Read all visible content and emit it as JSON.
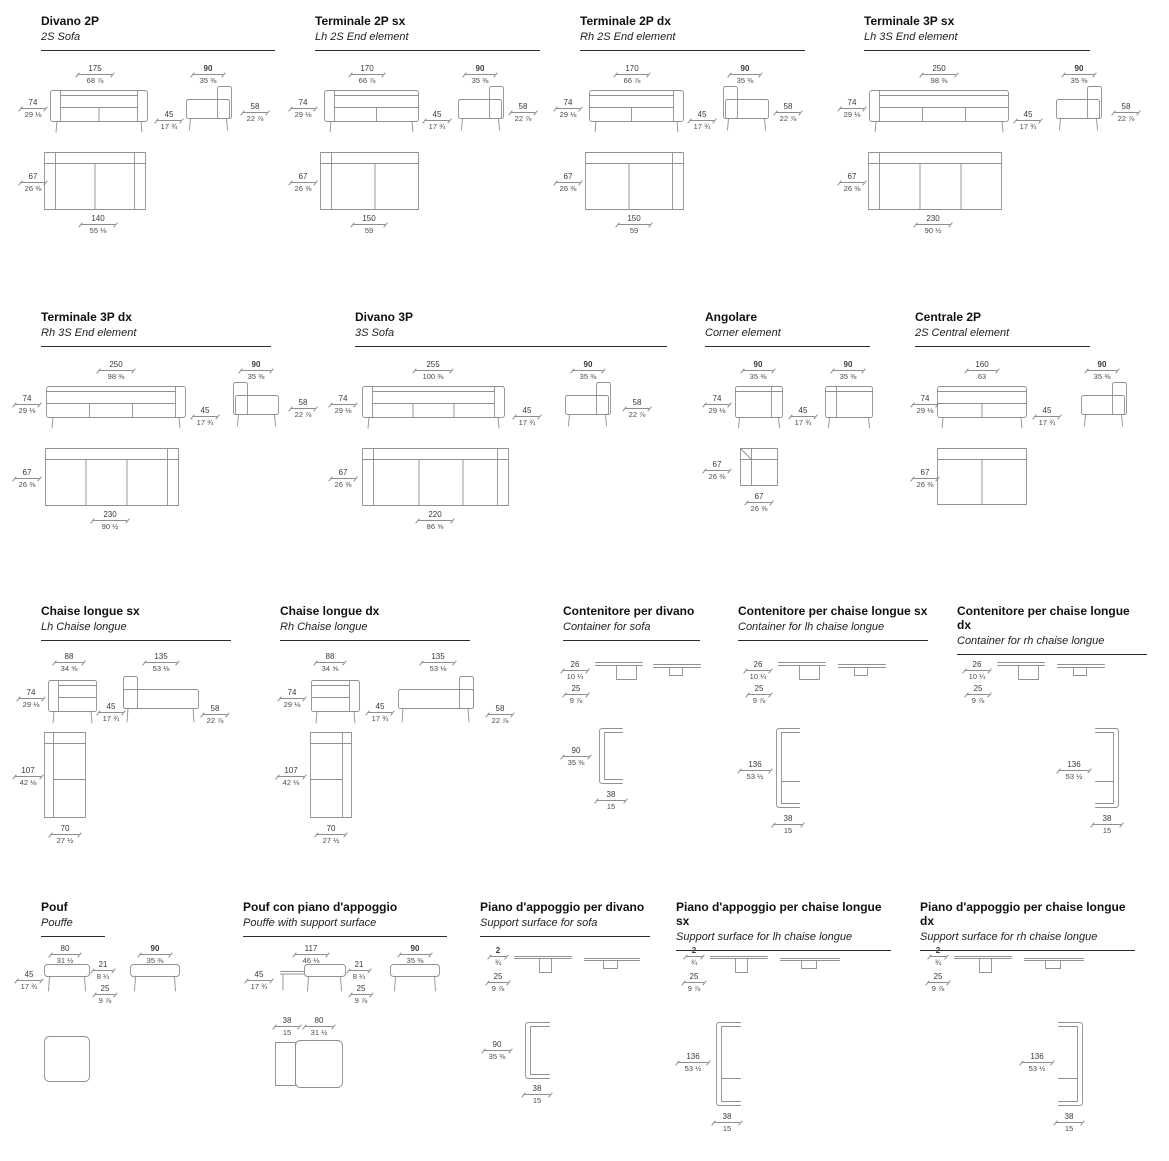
{
  "sheet": {
    "background": "#ffffff",
    "drawing_line_color": "#909090",
    "dimension_line_color": "#8d8d8d",
    "text_color": "#1c1c1c"
  },
  "modules": [
    {
      "id": "divano-2p",
      "title": "Divano 2P",
      "subtitle": "2S Sofa",
      "dims": {
        "front_width": {
          "cm": "175",
          "in": "68 ⅞"
        },
        "height": {
          "cm": "74",
          "in": "29 ⅛"
        },
        "seat_height": {
          "cm": "45",
          "in": "17 ¾"
        },
        "depth": {
          "cm": "90",
          "in": "35 ⅜"
        },
        "side_height": {
          "cm": "58",
          "in": "22 ⅞"
        },
        "plan_depth": {
          "cm": "67",
          "in": "26 ⅜"
        },
        "plan_width": {
          "cm": "140",
          "in": "55 ⅛"
        }
      }
    },
    {
      "id": "terminale-2p-sx",
      "title": "Terminale 2P sx",
      "subtitle": "Lh 2S End element",
      "dims": {
        "front_width": {
          "cm": "170",
          "in": "66 ⅞"
        },
        "height": {
          "cm": "74",
          "in": "29 ⅛"
        },
        "seat_height": {
          "cm": "45",
          "in": "17 ¾"
        },
        "depth": {
          "cm": "90",
          "in": "35 ⅜"
        },
        "side_height": {
          "cm": "58",
          "in": "22 ⅞"
        },
        "plan_depth": {
          "cm": "67",
          "in": "26 ⅜"
        },
        "plan_width": {
          "cm": "150",
          "in": "59"
        }
      }
    },
    {
      "id": "terminale-2p-dx",
      "title": "Terminale 2P dx",
      "subtitle": "Rh 2S End element",
      "dims": {
        "front_width": {
          "cm": "170",
          "in": "66 ⅞"
        },
        "height": {
          "cm": "74",
          "in": "29 ⅛"
        },
        "seat_height": {
          "cm": "45",
          "in": "17 ¾"
        },
        "depth": {
          "cm": "90",
          "in": "35 ⅜"
        },
        "side_height": {
          "cm": "58",
          "in": "22 ⅞"
        },
        "plan_depth": {
          "cm": "67",
          "in": "26 ⅜"
        },
        "plan_width": {
          "cm": "150",
          "in": "59"
        }
      }
    },
    {
      "id": "terminale-3p-sx",
      "title": "Terminale 3P sx",
      "subtitle": "Lh 3S End element",
      "dims": {
        "front_width": {
          "cm": "250",
          "in": "98 ⅜"
        },
        "height": {
          "cm": "74",
          "in": "29 ⅛"
        },
        "seat_height": {
          "cm": "45",
          "in": "17 ¾"
        },
        "depth": {
          "cm": "90",
          "in": "35 ⅜"
        },
        "side_height": {
          "cm": "58",
          "in": "22 ⅞"
        },
        "plan_depth": {
          "cm": "67",
          "in": "26 ⅜"
        },
        "plan_width": {
          "cm": "230",
          "in": "90 ½"
        }
      }
    },
    {
      "id": "terminale-3p-dx",
      "title": "Terminale 3P dx",
      "subtitle": "Rh 3S End element",
      "dims": {
        "front_width": {
          "cm": "250",
          "in": "98 ⅜"
        },
        "height": {
          "cm": "74",
          "in": "29 ⅛"
        },
        "seat_height": {
          "cm": "45",
          "in": "17 ¾"
        },
        "depth": {
          "cm": "90",
          "in": "35 ⅜"
        },
        "side_height": {
          "cm": "58",
          "in": "22 ⅞"
        },
        "plan_depth": {
          "cm": "67",
          "in": "26 ⅜"
        },
        "plan_width": {
          "cm": "230",
          "in": "90 ½"
        }
      }
    },
    {
      "id": "divano-3p",
      "title": "Divano 3P",
      "subtitle": "3S Sofa",
      "dims": {
        "front_width": {
          "cm": "255",
          "in": "100 ⅜"
        },
        "height": {
          "cm": "74",
          "in": "29 ⅛"
        },
        "seat_height": {
          "cm": "45",
          "in": "17 ¾"
        },
        "depth": {
          "cm": "90",
          "in": "35 ⅜"
        },
        "side_height": {
          "cm": "58",
          "in": "22 ⅞"
        },
        "plan_depth": {
          "cm": "67",
          "in": "26 ⅜"
        },
        "plan_width": {
          "cm": "220",
          "in": "86 ⅝"
        }
      }
    },
    {
      "id": "angolare",
      "title": "Angolare",
      "subtitle": "Corner element",
      "dims": {
        "width_a": {
          "cm": "90",
          "in": "35 ⅜"
        },
        "width_b": {
          "cm": "90",
          "in": "35 ⅜"
        },
        "height": {
          "cm": "74",
          "in": "29 ⅛"
        },
        "seat_height": {
          "cm": "45",
          "in": "17 ¾"
        },
        "plan_depth": {
          "cm": "67",
          "in": "26 ⅜"
        },
        "plan_width": {
          "cm": "67",
          "in": "26 ⅜"
        }
      }
    },
    {
      "id": "centrale-2p",
      "title": "Centrale 2P",
      "subtitle": "2S Central element",
      "dims": {
        "front_width": {
          "cm": "160",
          "in": "63"
        },
        "height": {
          "cm": "74",
          "in": "29 ⅛"
        },
        "seat_height": {
          "cm": "45",
          "in": "17 ¾"
        },
        "depth": {
          "cm": "90",
          "in": "35 ⅜"
        },
        "plan_depth": {
          "cm": "67",
          "in": "26 ⅜"
        }
      }
    },
    {
      "id": "chaise-longue-sx",
      "title": "Chaise longue sx",
      "subtitle": "Lh Chaise longue",
      "dims": {
        "front_width": {
          "cm": "88",
          "in": "34 ⅝"
        },
        "height": {
          "cm": "74",
          "in": "29 ⅛"
        },
        "seat_height": {
          "cm": "45",
          "in": "17 ¾"
        },
        "side_length": {
          "cm": "135",
          "in": "53 ⅛"
        },
        "side_height": {
          "cm": "58",
          "in": "22 ⅞"
        },
        "plan_depth": {
          "cm": "107",
          "in": "42 ⅛"
        },
        "plan_width": {
          "cm": "70",
          "in": "27 ½"
        }
      }
    },
    {
      "id": "chaise-longue-dx",
      "title": "Chaise longue dx",
      "subtitle": "Rh Chaise longue",
      "dims": {
        "front_width": {
          "cm": "88",
          "in": "34 ⅝"
        },
        "height": {
          "cm": "74",
          "in": "29 ⅛"
        },
        "seat_height": {
          "cm": "45",
          "in": "17 ¾"
        },
        "side_length": {
          "cm": "135",
          "in": "53 ⅛"
        },
        "side_height": {
          "cm": "58",
          "in": "22 ⅞"
        },
        "plan_depth": {
          "cm": "107",
          "in": "42 ⅛"
        },
        "plan_width": {
          "cm": "70",
          "in": "27 ½"
        }
      }
    },
    {
      "id": "contenitore-divano",
      "title": "Contenitore per divano",
      "subtitle": "Container for sofa",
      "dims": {
        "height_upper": {
          "cm": "26",
          "in": "10 ¼"
        },
        "height_lower": {
          "cm": "25",
          "in": "9 ⅞"
        },
        "plan_length": {
          "cm": "90",
          "in": "35 ⅜"
        },
        "plan_width": {
          "cm": "38",
          "in": "15"
        }
      }
    },
    {
      "id": "contenitore-chaise-sx",
      "title": "Contenitore per chaise longue sx",
      "subtitle": "Container for lh chaise longue",
      "dims": {
        "height_upper": {
          "cm": "26",
          "in": "10 ¼"
        },
        "height_lower": {
          "cm": "25",
          "in": "9 ⅞"
        },
        "plan_length": {
          "cm": "136",
          "in": "53 ½"
        },
        "plan_width": {
          "cm": "38",
          "in": "15"
        }
      }
    },
    {
      "id": "contenitore-chaise-dx",
      "title": "Contenitore per chaise longue dx",
      "subtitle": "Container for rh chaise longue",
      "dims": {
        "height_upper": {
          "cm": "26",
          "in": "10 ¼"
        },
        "height_lower": {
          "cm": "25",
          "in": "9 ⅞"
        },
        "plan_length": {
          "cm": "136",
          "in": "53 ½"
        },
        "plan_width": {
          "cm": "38",
          "in": "15"
        }
      }
    },
    {
      "id": "pouf",
      "title": "Pouf",
      "subtitle": "Pouffe",
      "dims": {
        "width": {
          "cm": "80",
          "in": "31 ½"
        },
        "height": {
          "cm": "45",
          "in": "17 ¾"
        },
        "cushion_height": {
          "cm": "21",
          "in": "8 ¼"
        },
        "base_height": {
          "cm": "25",
          "in": "9 ⅞"
        },
        "depth": {
          "cm": "90",
          "in": "35 ⅜"
        }
      }
    },
    {
      "id": "pouf-piano",
      "title": "Pouf con piano d'appoggio",
      "subtitle": "Pouffe with support surface",
      "dims": {
        "width": {
          "cm": "117",
          "in": "46 ⅛"
        },
        "height": {
          "cm": "45",
          "in": "17 ¾"
        },
        "cushion_height": {
          "cm": "21",
          "in": "8 ¼"
        },
        "base_height": {
          "cm": "25",
          "in": "9 ⅞"
        },
        "depth": {
          "cm": "90",
          "in": "35 ⅜"
        },
        "plan_surface_width": {
          "cm": "38",
          "in": "15"
        },
        "plan_pouf_width": {
          "cm": "80",
          "in": "31 ½"
        }
      }
    },
    {
      "id": "piano-divano",
      "title": "Piano d'appoggio per divano",
      "subtitle": "Support surface for sofa",
      "dims": {
        "thickness": {
          "cm": "2",
          "in": "¾"
        },
        "height": {
          "cm": "25",
          "in": "9 ⅞"
        },
        "plan_length": {
          "cm": "90",
          "in": "35 ⅜"
        },
        "plan_width": {
          "cm": "38",
          "in": "15"
        }
      }
    },
    {
      "id": "piano-chaise-sx",
      "title": "Piano d'appoggio per chaise longue sx",
      "subtitle": "Support surface for lh chaise longue",
      "dims": {
        "thickness": {
          "cm": "2",
          "in": "¾"
        },
        "height": {
          "cm": "25",
          "in": "9 ⅞"
        },
        "plan_length": {
          "cm": "136",
          "in": "53 ½"
        },
        "plan_width": {
          "cm": "38",
          "in": "15"
        }
      }
    },
    {
      "id": "piano-chaise-dx",
      "title": "Piano d'appoggio per chaise longue dx",
      "subtitle": "Support surface for rh chaise longue",
      "dims": {
        "thickness": {
          "cm": "2",
          "in": "¾"
        },
        "height": {
          "cm": "25",
          "in": "9 ⅞"
        },
        "plan_length": {
          "cm": "136",
          "in": "53 ½"
        },
        "plan_width": {
          "cm": "38",
          "in": "15"
        }
      }
    }
  ]
}
